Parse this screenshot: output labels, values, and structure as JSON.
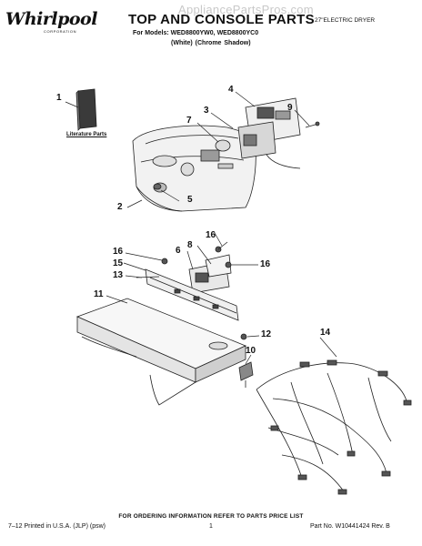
{
  "watermark": "AppliancePartsPros.com",
  "header": {
    "brand": "Whirlpool",
    "brand_sub": "CORPORATION",
    "title": "TOP AND CONSOLE PARTS",
    "subtitle": "27\"ELECTRIC DRYER",
    "models_line1": "For Models: WED8800YW0, WED8800YC0",
    "models_line2": "(White)   (Chrome Shadow)"
  },
  "literature_label": "Literature Parts",
  "callouts": {
    "c1": "1",
    "c2": "2",
    "c3": "3",
    "c4": "4",
    "c5": "5",
    "c6": "6",
    "c7": "7",
    "c8": "8",
    "c9": "9",
    "c10": "10",
    "c11": "11",
    "c12": "12",
    "c13": "13",
    "c14": "14",
    "c15": "15",
    "c16a": "16",
    "c16b": "16",
    "c16c": "16"
  },
  "footer": {
    "order_info": "FOR ORDERING INFORMATION REFER TO PARTS PRICE LIST",
    "printed": "7–12 Printed in U.S.A. (JLP) (psw)",
    "page": "1",
    "part_no": "Part No. W10441424 Rev. B"
  }
}
